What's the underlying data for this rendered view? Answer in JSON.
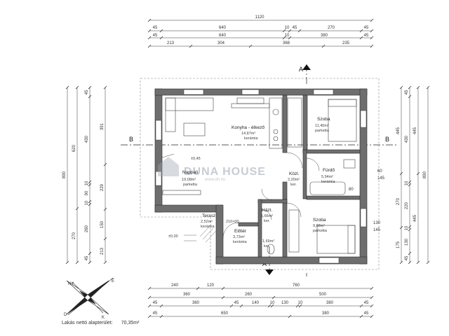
{
  "top_dims": {
    "row1": [
      "1120"
    ],
    "row2": [
      "45",
      "640",
      "10",
      "45",
      "270",
      "45"
    ],
    "row3": [
      "45",
      "640",
      "10",
      "380",
      "45"
    ],
    "row4": [
      "213",
      "304",
      "368",
      "235"
    ]
  },
  "bottom_dims": {
    "row1": [
      "240",
      "120",
      "760"
    ],
    "row2": [
      "360",
      "260",
      "500"
    ],
    "row3": [
      "45",
      "360",
      "45",
      "140",
      "10",
      "130",
      "10",
      "380",
      "45"
    ],
    "row4": [
      "45",
      "650",
      "380",
      "45"
    ]
  },
  "left_dims": {
    "outer": [
      "890"
    ],
    "mid": [
      "620",
      "270"
    ],
    "inner1": [
      "45",
      "430",
      "10",
      "90",
      "10",
      "260",
      "45"
    ],
    "inner2": [
      "391",
      "229",
      "150",
      "213"
    ]
  },
  "right_dims": {
    "outer": [
      "890"
    ],
    "mid": [
      "445",
      "445"
    ],
    "inner1": [
      "45",
      "430",
      "10",
      "220",
      "10",
      "130",
      "45"
    ],
    "inner2": [
      "445",
      "270",
      "175"
    ]
  },
  "side_notes": [
    "60",
    "145",
    "130",
    "145",
    "80"
  ],
  "rooms": [
    {
      "id": "konyha",
      "name": "Konyha - étkező",
      "area": "14,87m²",
      "floor": "kerámia"
    },
    {
      "id": "nappali",
      "name": "Nappali",
      "area": "19,08m²",
      "floor": "parketta"
    },
    {
      "id": "szoba1",
      "name": "Szoba",
      "area": "11,40m²",
      "floor": "parketta"
    },
    {
      "id": "furdo",
      "name": "Fürdő",
      "area": "5,94m²",
      "floor": "kerámia"
    },
    {
      "id": "kozl",
      "name": "Közl.",
      "area": "2,20m²",
      "floor": "ker."
    },
    {
      "id": "szoba2",
      "name": "Szoba",
      "area": "9,88m²",
      "floor": "parketta"
    },
    {
      "id": "terasz",
      "name": "Terasz",
      "area": "2,52m²",
      "floor": "kerámia"
    },
    {
      "id": "eloter",
      "name": "Előtér",
      "area": "3,73m²",
      "floor": "kerámia"
    },
    {
      "id": "hazt",
      "name": "Házt.",
      "area": "1,66m²",
      "floor": "ker."
    },
    {
      "id": "wc",
      "name": "",
      "area": "1,69m²",
      "floor": "ker."
    }
  ],
  "levels": {
    "level1": "±0,45",
    "level2": "±0,00"
  },
  "door_note": "210×00",
  "section_labels": {
    "a": "A",
    "b": "B"
  },
  "compass": [
    "É",
    "D",
    "NY",
    "K"
  ],
  "watermark": {
    "brand": "DUNA HOUSE",
    "site": "www.dh.hu"
  },
  "footer": {
    "label": "Lakás nettó alapterület:",
    "value": "70,35m²"
  }
}
